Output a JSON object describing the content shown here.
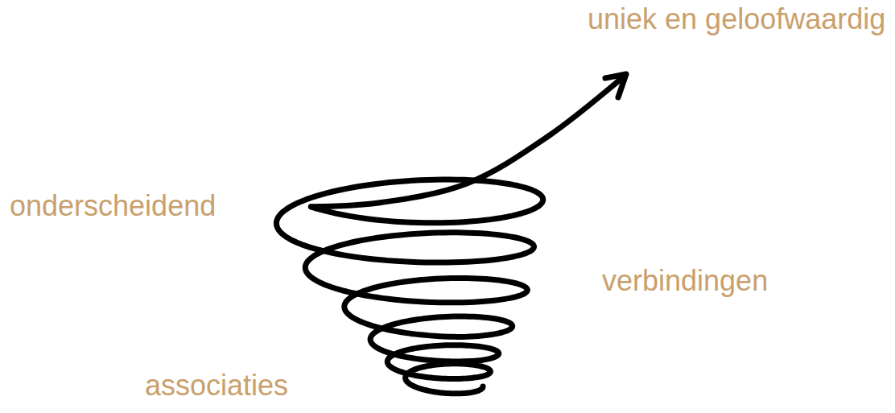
{
  "diagram": {
    "labels": [
      "uniek en geloofwaardig",
      "onderscheidend",
      "verbindingen",
      "associaties"
    ]
  }
}
